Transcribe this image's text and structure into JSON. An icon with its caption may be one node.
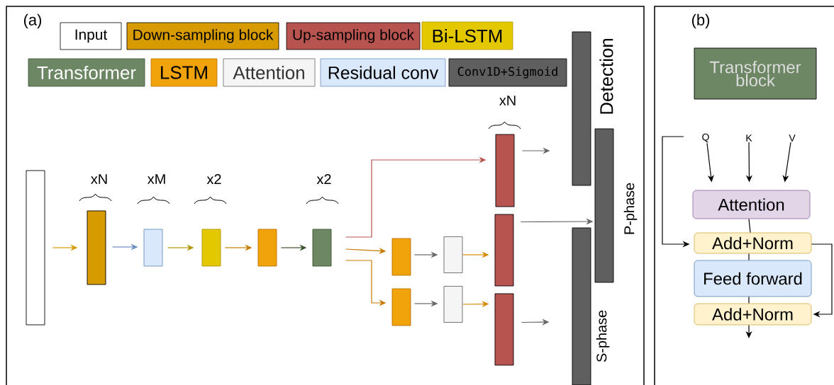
{
  "diagram": {
    "nodes": [
      {
        "text": [],
        "shape": "box"
      },
      {
        "text": [],
        "shape": "box"
      },
      {
        "text": [],
        "shape": "box"
      },
      {
        "text": [],
        "shape": "box"
      },
      {
        "text": [],
        "shape": "box"
      },
      {
        "text": [],
        "shape": "box"
      },
      {
        "text": [],
        "shape": "box"
      },
      {
        "text": [],
        "shape": "box"
      },
      {
        "text": [],
        "shape": "box"
      },
      {
        "text": [],
        "shape": "box"
      },
      {
        "text": [],
        "shape": "box"
      },
      {
        "text": [],
        "shape": "box"
      },
      {
        "text": [],
        "shape": "box"
      },
      {
        "text": [
          "Detection"
        ]
      },
      {
        "text": [
          "P-phase"
        ]
      },
      {
        "text": [
          "S-phase"
        ]
      },
      {
        "text": [
          "Transformer block"
        ]
      },
      {
        "text": [
          "Q"
        ]
      },
      {
        "text": [
          "K"
        ]
      },
      {
        "text": [
          "V"
        ]
      },
      {
        "text": [
          "Attention"
        ]
      },
      {
        "text": [
          "Add+Norm"
        ]
      },
      {
        "text": [
          "Feed forward"
        ]
      },
      {
        "text": [
          "Add+Norm"
        ]
      }
    ],
    "edges": [
      {
        "from": 0,
        "to": 1,
        "arrow": "to",
        "color": "#d79b00"
      },
      {
        "from": 1,
        "to": 2,
        "arrow": "to",
        "color": "#6c8ebf"
      },
      {
        "from": 2,
        "to": 3,
        "arrow": "to",
        "color": "#b09500"
      },
      {
        "from": 3,
        "to": 4,
        "arrow": "to",
        "color": "#c77c00"
      },
      {
        "from": 4,
        "to": 5,
        "arrow": "to",
        "color": "#3a5431"
      },
      {
        "from": 5,
        "to": 10,
        "arrow": "to",
        "color": "#b85450"
      },
      {
        "from": 5,
        "to": 6,
        "arrow": "to",
        "color": "#c77c00"
      },
      {
        "from": 5,
        "to": 7,
        "arrow": "to",
        "color": "#c77c00"
      },
      {
        "from": 6,
        "to": 8,
        "arrow": "to",
        "color": "#666666"
      },
      {
        "from": 7,
        "to": 9,
        "arrow": "to",
        "color": "#666666"
      },
      {
        "from": 8,
        "to": 11,
        "arrow": "to",
        "color": "#d78a00"
      },
      {
        "from": 9,
        "to": 12,
        "arrow": "to",
        "color": "#d78a00"
      },
      {
        "from": 10,
        "to": 13,
        "arrow": "to",
        "color": "#666666"
      },
      {
        "from": 11,
        "to": 14,
        "arrow": "to",
        "color": "#666666"
      },
      {
        "from": 12,
        "to": 15,
        "arrow": "to",
        "color": "#666666"
      },
      {
        "from": 17,
        "to": 20,
        "arrow": "to"
      },
      {
        "from": 18,
        "to": 20,
        "arrow": "to"
      },
      {
        "from": 19,
        "to": 20,
        "arrow": "to"
      },
      {
        "from": 20,
        "to": 21,
        "arrow": "none"
      },
      {
        "from": 21,
        "to": 22,
        "arrow": "none"
      },
      {
        "from": 22,
        "to": 23,
        "arrow": "none"
      },
      {
        "from": 23,
        "to": null,
        "arrow": "to"
      },
      {
        "from": null,
        "to": 21,
        "arrow": "to"
      },
      {
        "from": 21,
        "to": 23,
        "arrow": "to"
      }
    ],
    "labels": [
      "(a)",
      "(b)",
      "xN",
      "xN",
      "xM",
      "x2",
      "x2"
    ],
    "legend": [
      {
        "text": "Input"
      },
      {
        "text": "Down-sampling block",
        "color": "#d79b00"
      },
      {
        "text": "Up-sampling block",
        "color": "#b85450"
      },
      {
        "text": "Bi-LSTM",
        "color": "#e3c800"
      },
      {
        "text": "Transformer",
        "color": "#6d8764"
      },
      {
        "text": "LSTM",
        "color": "#f0a30a"
      },
      {
        "text": "Attention",
        "color": "#f5f5f5"
      },
      {
        "text": "Residual conv",
        "color": "#dae8fc"
      },
      {
        "text": "Conv1D+Sigmoid",
        "color": "#5f5f5f"
      }
    ]
  }
}
